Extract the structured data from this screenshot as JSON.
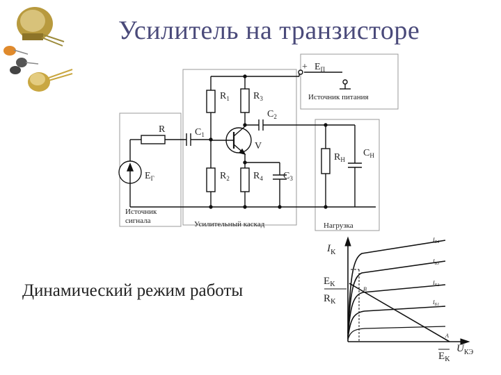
{
  "title": "Усилитель на транзисторе",
  "subtitle": "Динамический режим работы",
  "icons": [
    "transistor-photo-icon"
  ],
  "circuit": {
    "labels": {
      "r1": "R",
      "r1_sub": "1",
      "r3": "R",
      "r3_sub": "3",
      "r2": "R",
      "r2_sub": "2",
      "r4": "R",
      "r4_sub": "4",
      "r": "R",
      "c1": "C",
      "c1_sub": "1",
      "c2": "C",
      "c2_sub": "2",
      "c3": "C",
      "c3_sub": "3",
      "v": "V",
      "eg": "E",
      "eg_sub": "Г",
      "rn": "R",
      "rn_sub": "Н",
      "cn": "C",
      "cn_sub": "Н",
      "plus": "+",
      "ep": "E",
      "ep_sub": "П"
    },
    "blocks": {
      "power": "Источник питания",
      "source_line1": "Источник",
      "source_line2": "сигнала",
      "stage": "Усилительный каскад",
      "load": "Нагрузка"
    }
  },
  "graph": {
    "ylabel": "I",
    "ylabel_sub": "К",
    "xlabel": "U",
    "xlabel_sub": "КЭ",
    "ek_rk_num": "E",
    "ek_rk_num_sub": "К",
    "ek_rk_den": "R",
    "ek_rk_den_sub": "К",
    "ek_x": "E",
    "ek_x_sub": "К",
    "point_a": "A",
    "point_b": "B",
    "curves": [
      {
        "label": "I",
        "sub": "Б4"
      },
      {
        "label": "I",
        "sub": "Б3"
      },
      {
        "label": "I",
        "sub": "Б2"
      },
      {
        "label": "I",
        "sub": "Б1"
      }
    ]
  }
}
